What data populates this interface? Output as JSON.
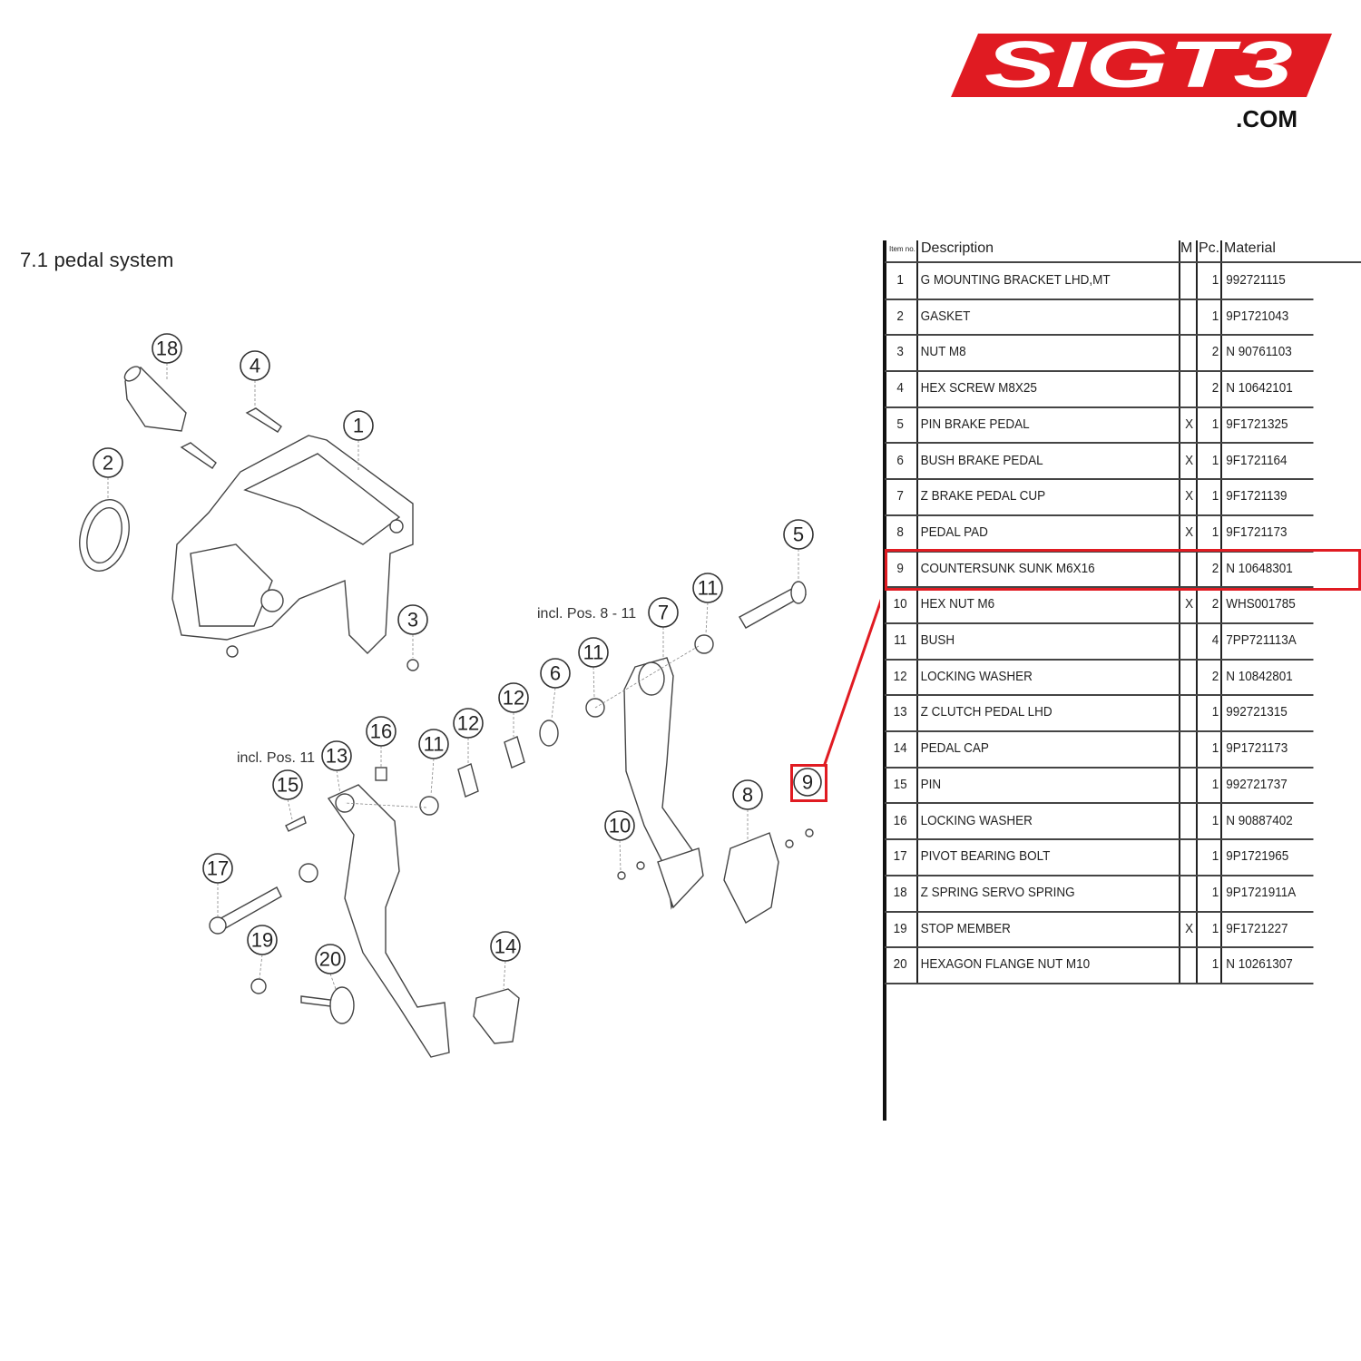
{
  "logo": {
    "brand": "SIGT3",
    "domain": ".COM",
    "color": "#e01b22"
  },
  "title": "7.1  pedal system",
  "diagram": {
    "notes": {
      "brake": "incl. Pos. 8 - 11",
      "clutch": "incl. Pos. 11"
    },
    "callouts": [
      "18",
      "4",
      "1",
      "2",
      "3",
      "5",
      "11",
      "7",
      "11",
      "6",
      "12",
      "12",
      "11",
      "16",
      "13",
      "15",
      "9",
      "8",
      "10",
      "17",
      "19",
      "20",
      "14"
    ],
    "highlight_color": "#e01b22"
  },
  "table": {
    "headers": {
      "item": "Item no.",
      "description": "Description",
      "m": "M",
      "pc": "Pc.",
      "material": "Material"
    },
    "highlighted_item": "9",
    "rows": [
      {
        "no": "1",
        "desc": "G MOUNTING BRACKET LHD,MT",
        "m": "",
        "pc": "1",
        "mat": "992721115"
      },
      {
        "no": "2",
        "desc": "GASKET",
        "m": "",
        "pc": "1",
        "mat": "9P1721043"
      },
      {
        "no": "3",
        "desc": "NUT M8",
        "m": "",
        "pc": "2",
        "mat": "N 90761103"
      },
      {
        "no": "4",
        "desc": "HEX SCREW M8X25",
        "m": "",
        "pc": "2",
        "mat": "N 10642101"
      },
      {
        "no": "5",
        "desc": "PIN BRAKE PEDAL",
        "m": "X",
        "pc": "1",
        "mat": "9F1721325"
      },
      {
        "no": "6",
        "desc": "BUSH BRAKE PEDAL",
        "m": "X",
        "pc": "1",
        "mat": "9F1721164"
      },
      {
        "no": "7",
        "desc": "Z BRAKE PEDAL CUP",
        "m": "X",
        "pc": "1",
        "mat": "9F1721139"
      },
      {
        "no": "8",
        "desc": "PEDAL PAD",
        "m": "X",
        "pc": "1",
        "mat": "9F1721173"
      },
      {
        "no": "9",
        "desc": "COUNTERSUNK SUNK M6X16",
        "m": "",
        "pc": "2",
        "mat": "N 10648301"
      },
      {
        "no": "10",
        "desc": "HEX NUT M6",
        "m": "X",
        "pc": "2",
        "mat": "WHS001785"
      },
      {
        "no": "11",
        "desc": "BUSH",
        "m": "",
        "pc": "4",
        "mat": "7PP721113A"
      },
      {
        "no": "12",
        "desc": "LOCKING WASHER",
        "m": "",
        "pc": "2",
        "mat": "N 10842801"
      },
      {
        "no": "13",
        "desc": "Z CLUTCH PEDAL LHD",
        "m": "",
        "pc": "1",
        "mat": "992721315"
      },
      {
        "no": "14",
        "desc": "PEDAL CAP",
        "m": "",
        "pc": "1",
        "mat": "9P1721173"
      },
      {
        "no": "15",
        "desc": "PIN",
        "m": "",
        "pc": "1",
        "mat": "992721737"
      },
      {
        "no": "16",
        "desc": "LOCKING WASHER",
        "m": "",
        "pc": "1",
        "mat": "N 90887402"
      },
      {
        "no": "17",
        "desc": "PIVOT BEARING BOLT",
        "m": "",
        "pc": "1",
        "mat": "9P1721965"
      },
      {
        "no": "18",
        "desc": "Z SPRING SERVO SPRING",
        "m": "",
        "pc": "1",
        "mat": "9P1721911A"
      },
      {
        "no": "19",
        "desc": "STOP MEMBER",
        "m": "X",
        "pc": "1",
        "mat": "9F1721227"
      },
      {
        "no": "20",
        "desc": "HEXAGON FLANGE NUT M10",
        "m": "",
        "pc": "1",
        "mat": "N 10261307"
      }
    ]
  }
}
